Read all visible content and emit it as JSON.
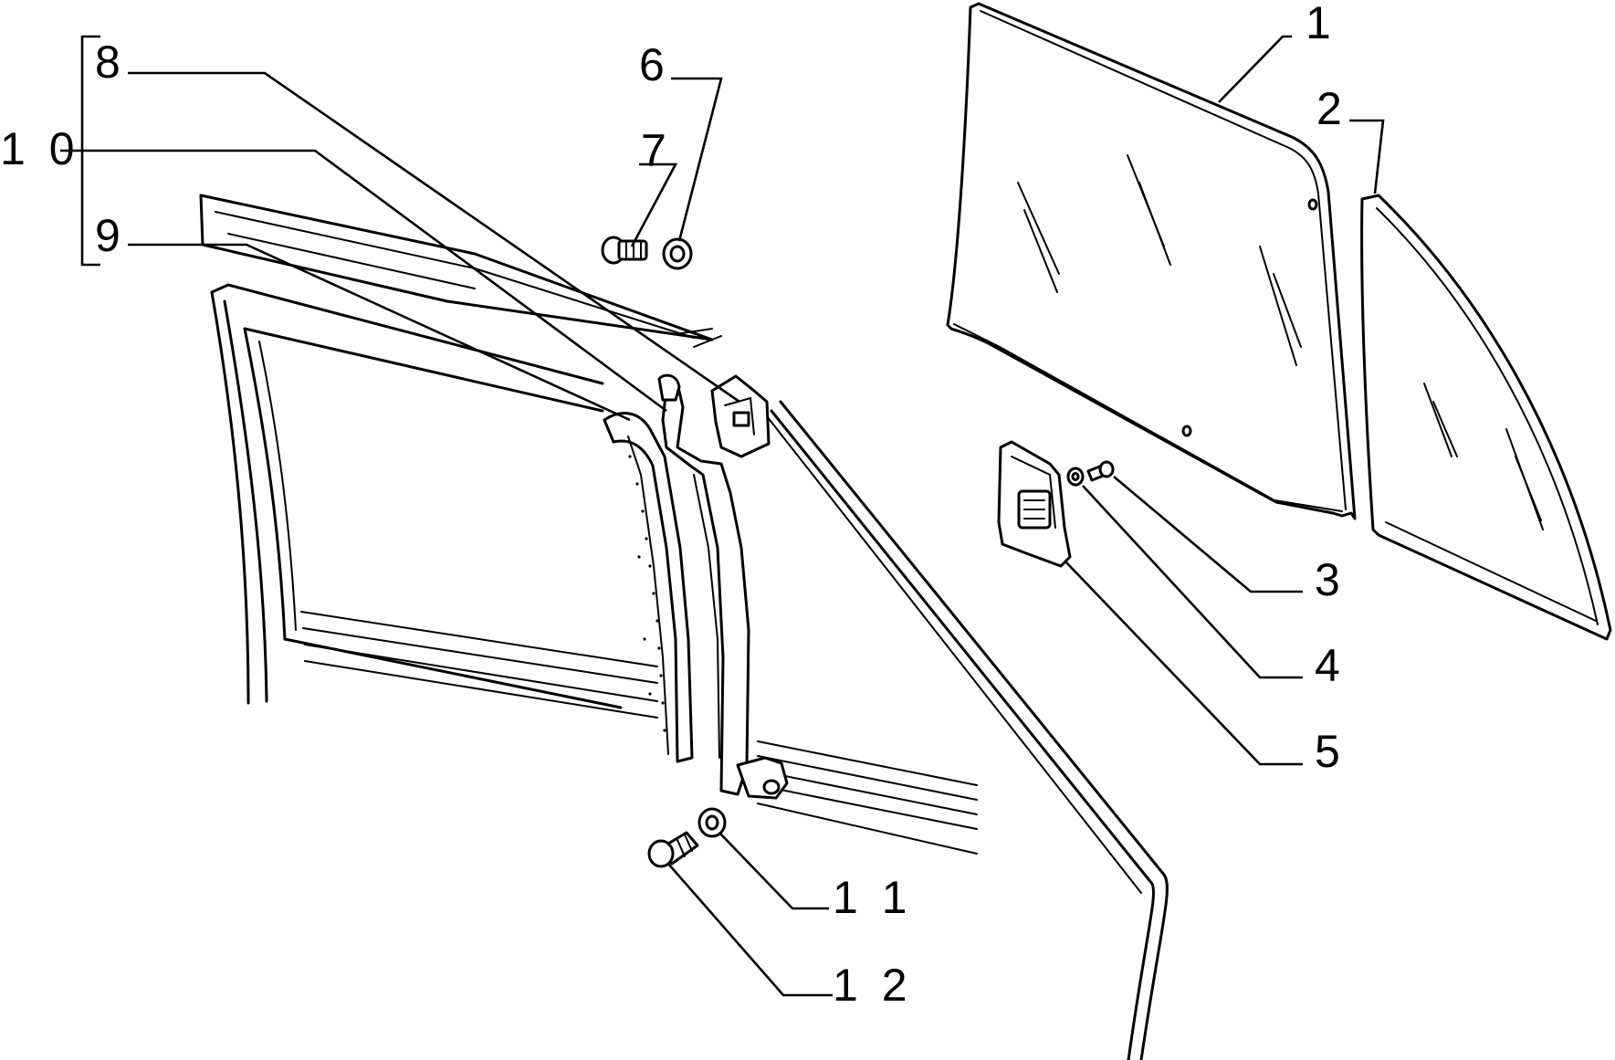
{
  "callouts": {
    "c1": "1",
    "c2": "2",
    "c3": "3",
    "c4": "4",
    "c5": "5",
    "c6": "6",
    "c7": "7",
    "c8": "8",
    "c9": "9",
    "c10": "1 0",
    "c11": "1 1",
    "c12": "1 2"
  }
}
